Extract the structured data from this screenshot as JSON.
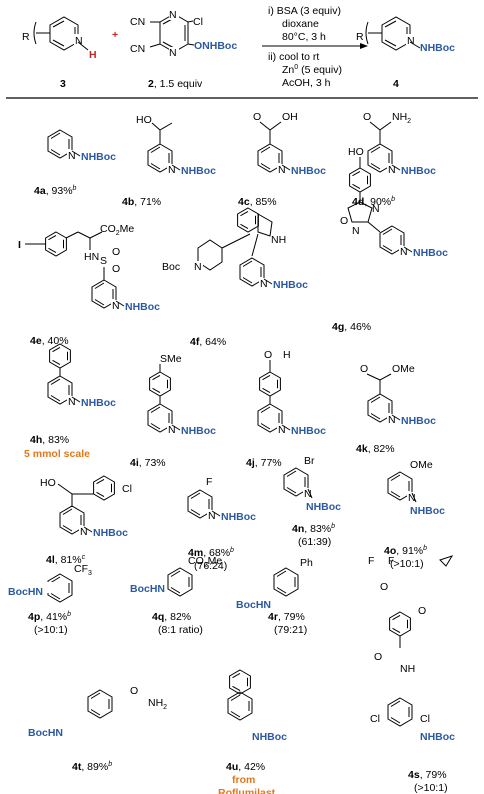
{
  "reaction": {
    "conditions": [
      "i) BSA (3 equiv)",
      "dioxane",
      "80°C, 3 h",
      "ii) cool to rt",
      "Zn",
      "0",
      " (5 equiv)",
      "AcOH, 3 h"
    ],
    "substrate_label": "3",
    "reagent_label": "2",
    "reagent_equiv": ", 1.5 equiv",
    "product_label": "4",
    "plus": "+",
    "R": "R",
    "H": "H",
    "Cl": "Cl",
    "CN": "CN",
    "ONHBoc": "ONHBoc",
    "NHBoc": "NHBoc",
    "N": "N"
  },
  "compounds": [
    {
      "id": "4a",
      "yield": ", 93%",
      "note": "b",
      "extra": ""
    },
    {
      "id": "4b",
      "yield": ", 71%",
      "note": "",
      "extra": ""
    },
    {
      "id": "4c",
      "yield": ", 85%",
      "note": "",
      "extra": ""
    },
    {
      "id": "4d",
      "yield": ", 90%",
      "note": "b",
      "extra": ""
    },
    {
      "id": "4e",
      "yield": ", 40%",
      "note": "",
      "extra": ""
    },
    {
      "id": "4f",
      "yield": ", 64%",
      "note": "",
      "extra": ""
    },
    {
      "id": "4g",
      "yield": ", 46%",
      "note": "",
      "extra": ""
    },
    {
      "id": "4h",
      "yield": ", 83%",
      "note": "",
      "extra": "5 mmol scale"
    },
    {
      "id": "4i",
      "yield": ", 73%",
      "note": "",
      "extra": ""
    },
    {
      "id": "4j",
      "yield": ", 77%",
      "note": "",
      "extra": ""
    },
    {
      "id": "4k",
      "yield": ", 82%",
      "note": "",
      "extra": ""
    },
    {
      "id": "4l",
      "yield": ", 81%",
      "note": "c",
      "extra": ""
    },
    {
      "id": "4m",
      "yield": ", 68%",
      "note": "b",
      "extra": "(76:24)"
    },
    {
      "id": "4n",
      "yield": ", 83%",
      "note": "b",
      "extra": "(61:39)"
    },
    {
      "id": "4o",
      "yield": ", 91%",
      "note": "b",
      "extra": "(>10:1)"
    },
    {
      "id": "4p",
      "yield": ", 41%",
      "note": "b",
      "extra": "(>10:1)"
    },
    {
      "id": "4q",
      "yield": ", 82%",
      "note": "",
      "extra": "(8:1 ratio)"
    },
    {
      "id": "4r",
      "yield": ", 79%",
      "note": "",
      "extra": "(79:21)"
    },
    {
      "id": "4s",
      "yield": ", 79%",
      "note": "",
      "extra": "(>10:1)"
    },
    {
      "id": "4t",
      "yield": ", 89%",
      "note": "b",
      "extra": ""
    },
    {
      "id": "4u",
      "yield": ", 42%",
      "note": "",
      "extra": "from Roflumilast"
    }
  ],
  "groups": {
    "OH": "HO",
    "COOH_O": "O",
    "OH2": "OH",
    "NH2": "NH",
    "NH2_sub": "2",
    "CO2Me": "CO",
    "CO2Me_2": "2",
    "CO2Me_Me": "Me",
    "HN": "HN",
    "S": "S",
    "O": "O",
    "I": "I",
    "NH": "NH",
    "Boc": "Boc",
    "N": "N",
    "HO": "HO",
    "SMe": "SMe",
    "H": "H",
    "OMe": "OMe",
    "O_k": "O",
    "Cl": "Cl",
    "F": "F",
    "Br": "Br",
    "CF3": "CF",
    "CF3_sub": "3",
    "BocHN": "BocHN",
    "Ph": "Ph",
    "CO2Me_q": "CO",
    "NH2_s": "NH",
    "F2": "F",
    "from": "from",
    "Roflumilast": "Roflumilast"
  }
}
